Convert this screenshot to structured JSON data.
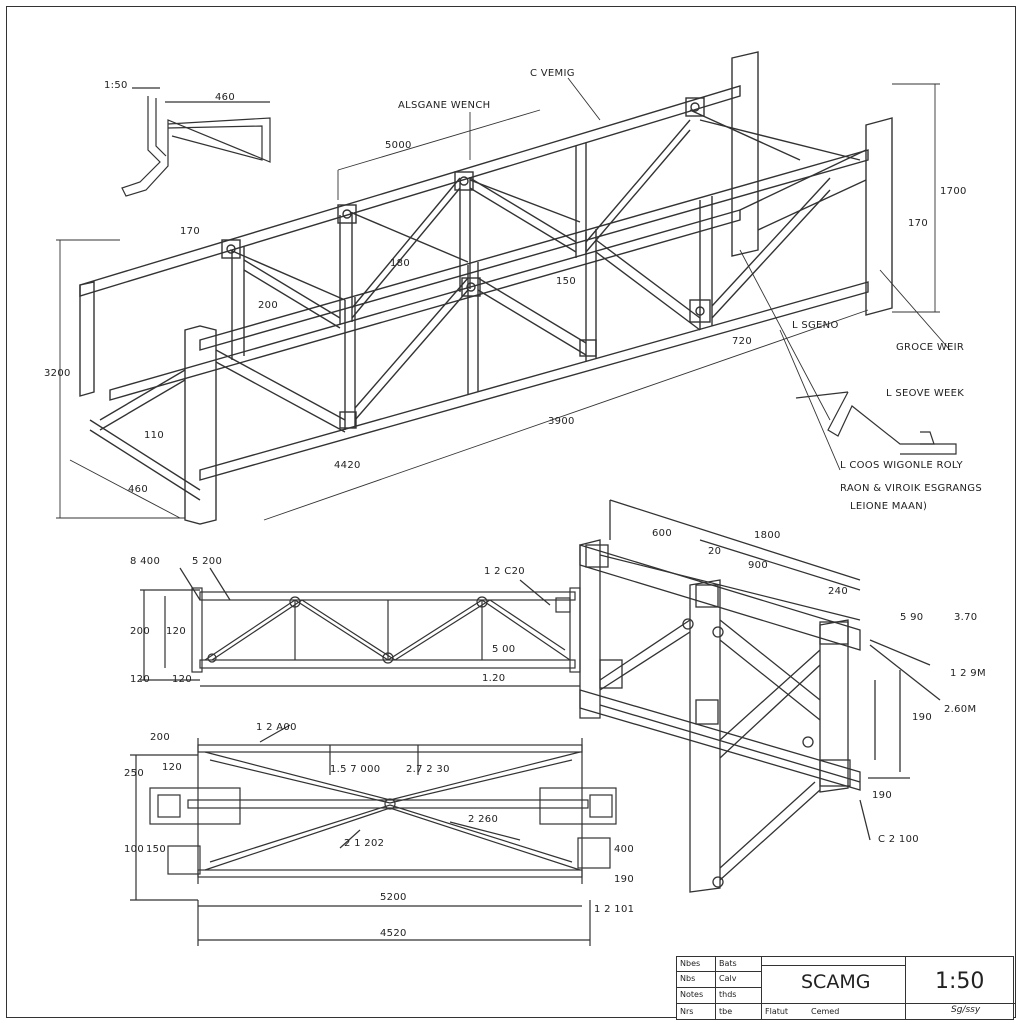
{
  "labels": {
    "top_scale": "1:50",
    "d_460": "460",
    "c_veming": "C VEMIG",
    "alsgane_wench": "ALSGANE WENCH",
    "d_5000": "5000",
    "d_1700": "1700",
    "d_170_a": "170",
    "d_170_b": "170",
    "d_3200": "3200",
    "d_200": "200",
    "d_180": "180",
    "d_150": "150",
    "d_110": "110",
    "d_460b": "460",
    "d_4420": "4420",
    "d_3900": "3900",
    "d_720": "720",
    "l_sgeno": "L SGENO",
    "groce_weir": "GROCE WEIR",
    "l_seove": "L SEOVE WEEK",
    "l_coos": "L COOS WIGONLE ROLY",
    "raon": "RAON & VIROIK ESGRANGS",
    "leione": "LEIONE MAAN)",
    "e_400": "8 400",
    "e_5200": "5 200",
    "e_1220": "1 2 C20",
    "e_200": "200",
    "e_120": "120",
    "e_120b": "120",
    "e_500": "5 00",
    "e_120c": "1.20",
    "e_120d": "120",
    "f_1200": "1 2 A00",
    "f_200": "200",
    "f_120": "120",
    "f_1570": "1.5 7 000",
    "f_2730": "2.7 2 30",
    "f_250": "250",
    "f_2260": "2 260",
    "f_2120": "2 1 202",
    "f_100": "100",
    "f_150": "150",
    "f_400": "400",
    "f_190": "190",
    "f_5200": "5200",
    "f_1210": "1 2 101",
    "f_4520": "4520",
    "g_600": "600",
    "g_1800": "1800",
    "g_20": "20",
    "g_900": "900",
    "g_240": "240",
    "g_590": "5 90",
    "g_370": "3.70",
    "g_1290": "1 2 9M",
    "g_260": "2.60M",
    "g_190": "190",
    "g_190b": "190",
    "g_c2100": "C 2 100"
  },
  "title_block": {
    "rows": [
      [
        "Nbes",
        "Bats"
      ],
      [
        "Nbs",
        "Calv"
      ],
      [
        "Notes",
        "thds"
      ],
      [
        "Nrs",
        "tbe"
      ]
    ],
    "footer_left": "Flatut",
    "footer_mid": "Cemed",
    "title": "SCAMG",
    "scale": "1:50",
    "signature": "Sg/ssy"
  }
}
